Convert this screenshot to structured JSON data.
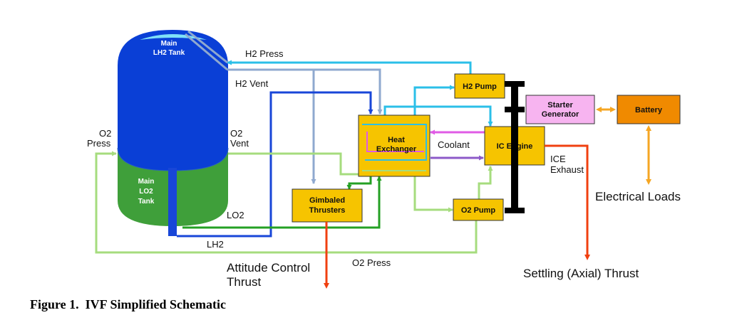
{
  "labels": {
    "main_lh2_line1": "Main",
    "main_lh2_line2": "LH2 Tank",
    "main_lo2_line1": "Main",
    "main_lo2_line2": "LO2",
    "main_lo2_line3": "Tank",
    "o2_press_left_1": "O2",
    "o2_press_left_2": "Press",
    "o2_vent_1": "O2",
    "o2_vent_2": "Vent",
    "h2_press": "H2 Press",
    "h2_vent": "H2 Vent",
    "lo2": "LO2",
    "lh2": "LH2",
    "o2_press_bottom": "O2 Press",
    "coolant": "Coolant",
    "ice_exhaust_1": "ICE",
    "ice_exhaust_2": "Exhaust",
    "electrical_loads": "Electrical Loads",
    "attitude_control_1": "Attitude Control",
    "attitude_control_2": "Thrust",
    "settling_thrust": "Settling (Axial) Thrust"
  },
  "boxes": {
    "h2_pump": "H2 Pump",
    "heat_exchanger_1": "Heat",
    "heat_exchanger_2": "Exchanger",
    "ic_engine": "IC Engine",
    "starter_generator_1": "Starter",
    "starter_generator_2": "Generator",
    "battery": "Battery",
    "gimbaled_thrusters_1": "Gimbaled",
    "gimbaled_thrusters_2": "Thrusters",
    "o2_pump": "O2 Pump"
  },
  "caption": "Figure 1.  IVF Simplified Schematic",
  "colors": {
    "lh2_tank": "#0a3fd6",
    "lo2_tank": "#3f9f3a",
    "component_fill": "#f6c400",
    "battery_fill": "#f08a00",
    "starter_fill": "#f7b4f0",
    "h2_line": "#2bbfe8",
    "h2_vent_line": "#8fa9cf",
    "lh2_line": "#1846d8",
    "lo2_line": "#24a024",
    "o2_line": "#a6dc7e",
    "coolant_magenta": "#e05be6",
    "coolant_purple": "#8c5ac8",
    "exhaust": "#f04010",
    "electrical": "#f5a623",
    "shaft": "#000000"
  }
}
